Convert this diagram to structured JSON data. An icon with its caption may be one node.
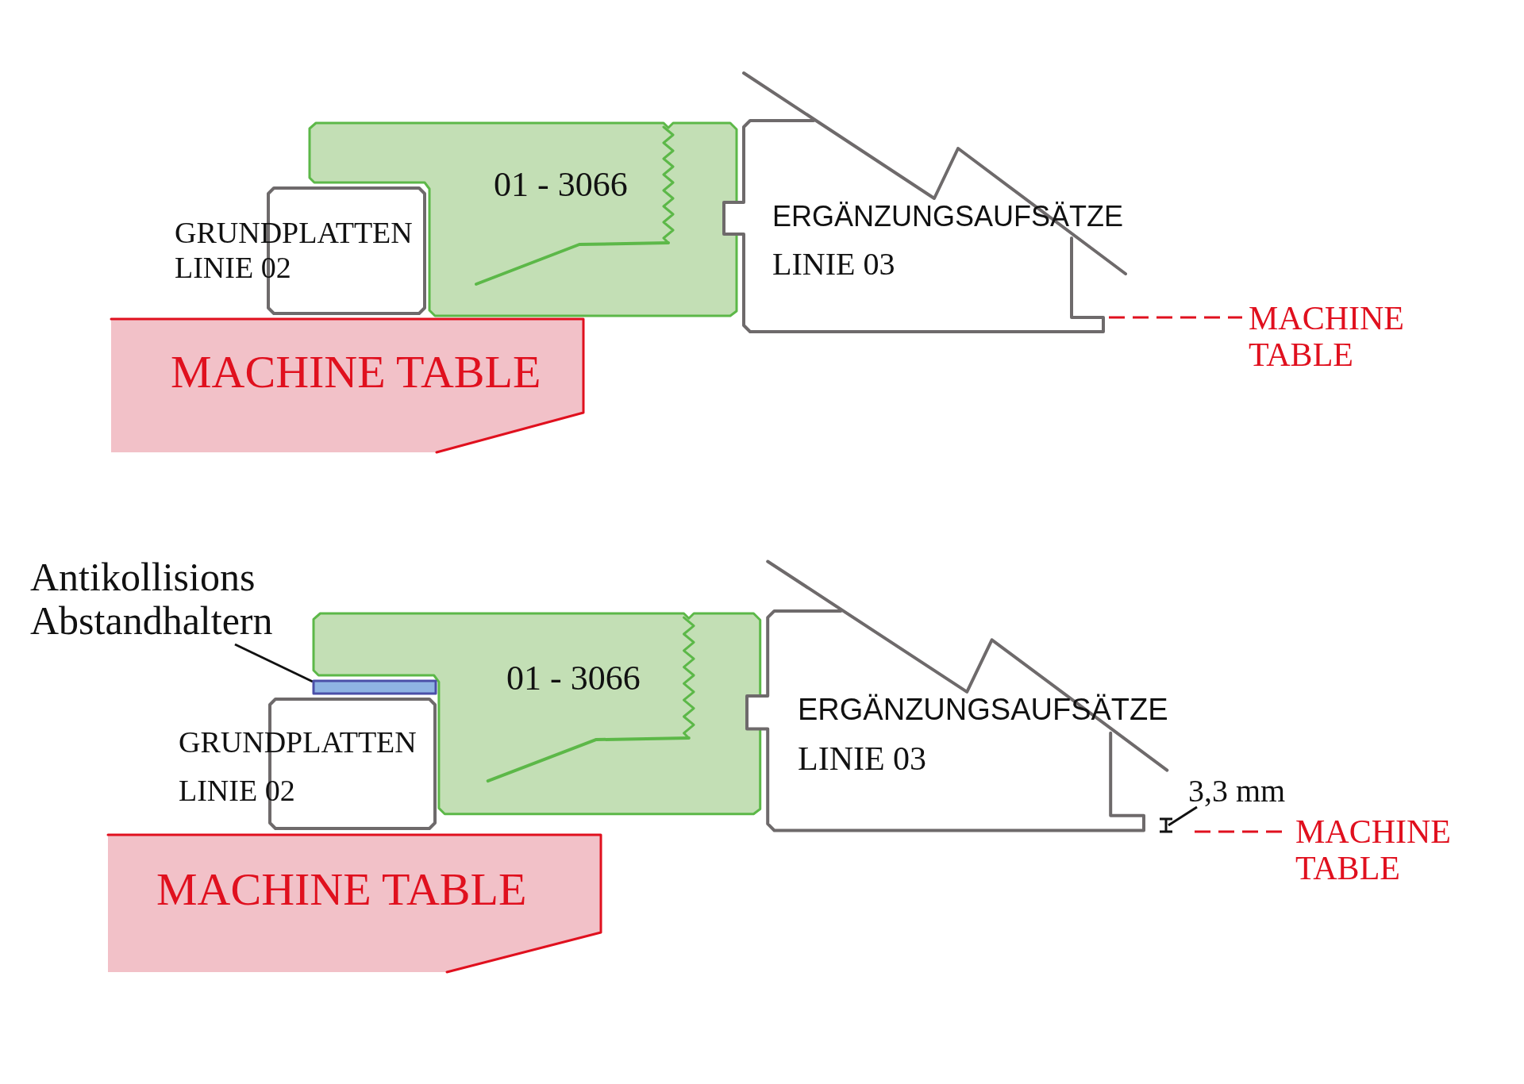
{
  "diagram": {
    "nodes": [
      {
        "text": [
          "01 - 3066"
        ]
      },
      {
        "text": [
          "ERGÄNZUNGSAUFSÄTZE",
          "LINIE 03"
        ]
      },
      {
        "text": [
          "GRUNDPLATTEN LINIE 02"
        ]
      },
      {
        "text": [
          "MACHINE TABLE"
        ]
      },
      {
        "text": [
          "Antikollisions Abstandhaltern"
        ]
      },
      {
        "text": [],
        "shape": "bar"
      },
      {
        "text": [
          "01 - 3066"
        ]
      },
      {
        "text": [
          "ERGÄNZUNGSAUFSÄTZE",
          "LINIE 03"
        ]
      },
      {
        "text": [
          "GRUNDPLATTEN LINIE 02"
        ]
      },
      {
        "text": [
          "MACHINE TABLE"
        ]
      }
    ],
    "edges": [
      {
        "from": 4,
        "to": 5,
        "arrow": "none"
      }
    ],
    "labels": [
      "MACHINE TABLE",
      "3,3 mm",
      "MACHINE TABLE"
    ]
  }
}
